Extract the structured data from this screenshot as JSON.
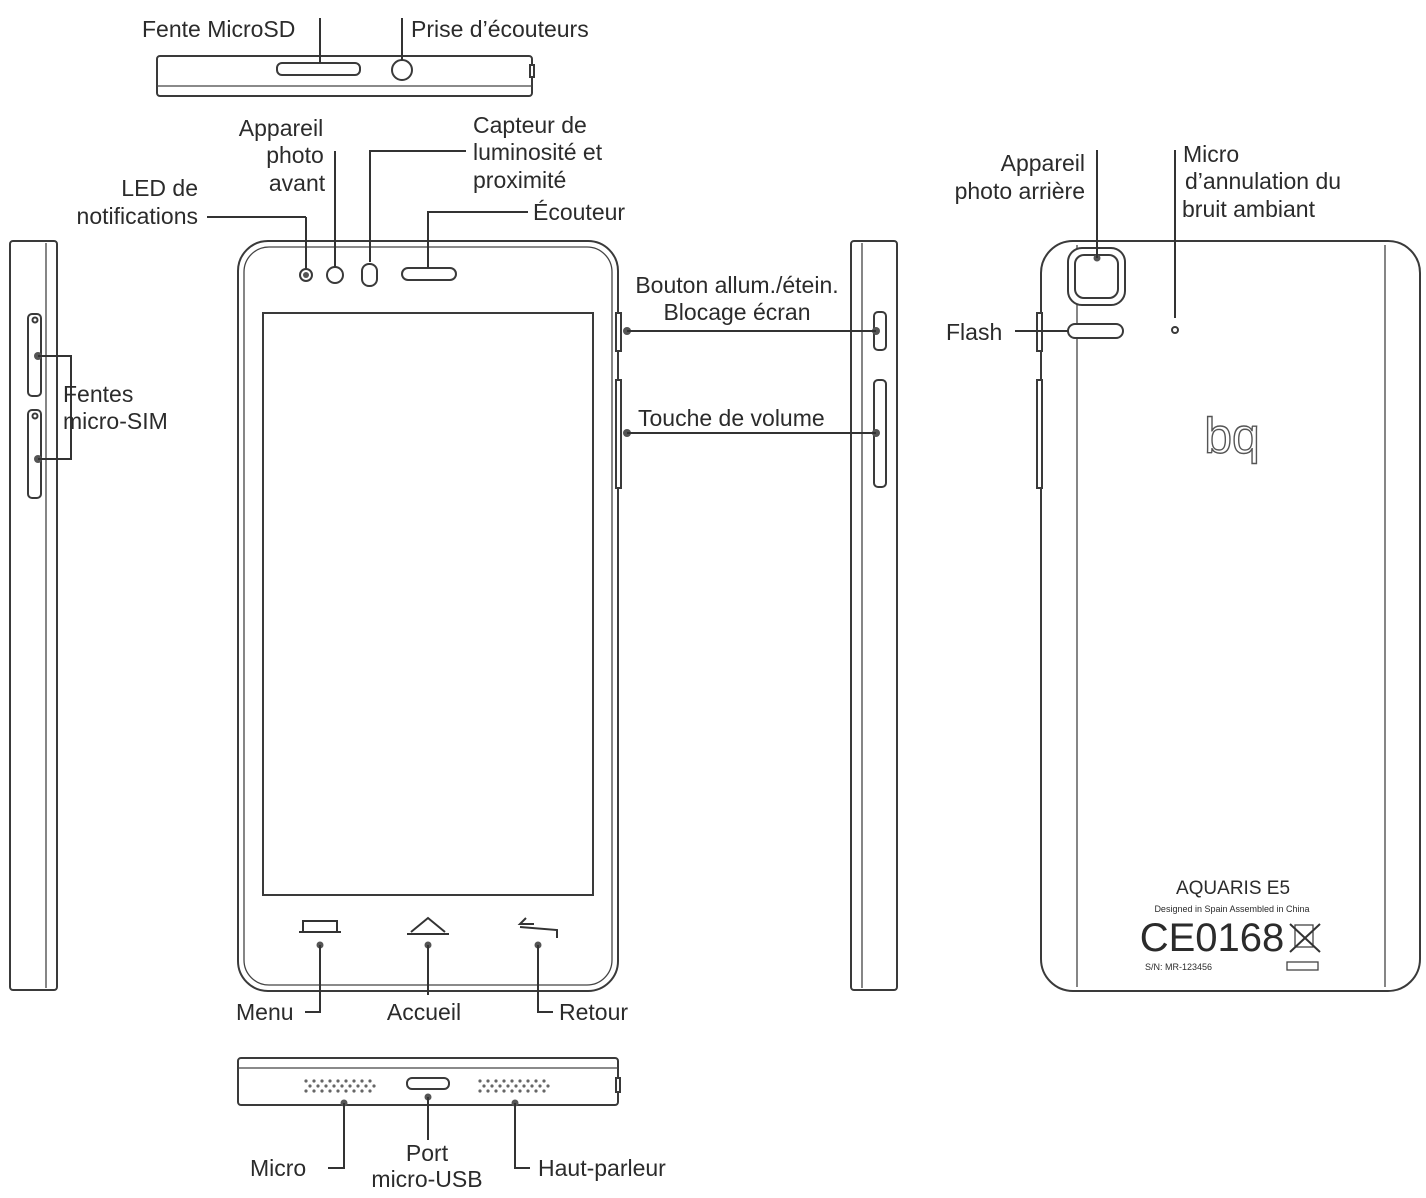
{
  "labels": {
    "microsd_slot": "Fente MicroSD",
    "headphone_jack": "Prise d’écouteurs",
    "front_camera": [
      "Appareil",
      "photo",
      "avant"
    ],
    "light_sensor": [
      "Capteur de",
      "luminosité et",
      "proximité"
    ],
    "notification_led": [
      "LED de",
      "notifications"
    ],
    "earpiece": "Écouteur",
    "power_button": [
      "Bouton allum./étein.",
      "Blocage écran"
    ],
    "volume_key": "Touche de volume",
    "sim_slots": [
      "Fentes",
      "micro-SIM"
    ],
    "menu": "Menu",
    "home": "Accueil",
    "back": "Retour",
    "microphone": "Micro",
    "usb_port": [
      "Port",
      "micro-USB"
    ],
    "speaker": "Haut-parleur",
    "rear_camera": [
      "Appareil",
      "photo arrière"
    ],
    "noise_mic": [
      "Micro",
      "d’annulation du",
      "bruit ambiant"
    ],
    "flash": "Flash"
  },
  "back_panel": {
    "logo": "bq",
    "model": "AQUARIS E5",
    "origin": "Designed in Spain Assembled in China",
    "certification": "CE0168",
    "serial": "S/N: MR-123456"
  }
}
